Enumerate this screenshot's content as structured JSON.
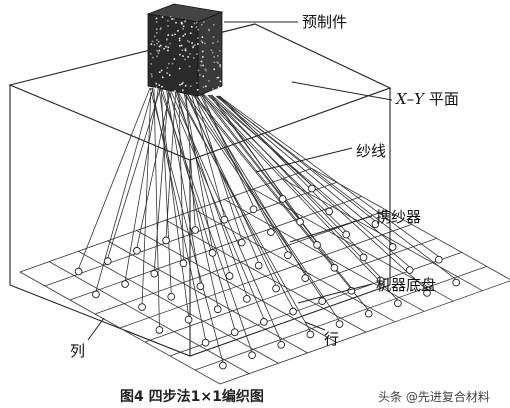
{
  "labels": {
    "preform": "预制件",
    "xy_plane_italic": "X–Y",
    "xy_plane_text": " 平面",
    "yarn": "纱线",
    "yarn_carrier": "携纱器",
    "machine_base": "机器底盘",
    "row": "行",
    "column": "列"
  },
  "caption": "图4  四步法1×1编织图",
  "watermark": "头条 @先进复合材料",
  "grid": {
    "rows": 6,
    "cols": 9
  }
}
